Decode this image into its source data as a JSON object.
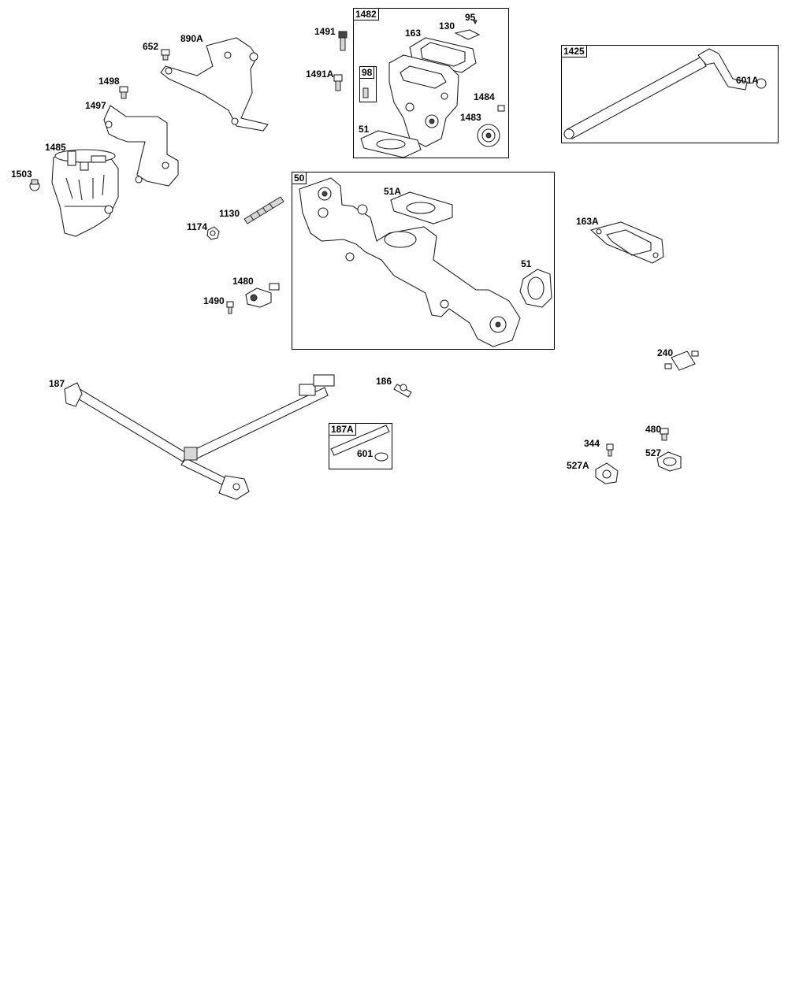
{
  "parts": [
    {
      "id": "p890A",
      "label": "890A",
      "part": "bracket"
    },
    {
      "id": "p652",
      "label": "652",
      "part": "bolt"
    },
    {
      "id": "p1498",
      "label": "1498",
      "part": "bolt"
    },
    {
      "id": "p1497",
      "label": "1497",
      "part": "bracket"
    },
    {
      "id": "p1485",
      "label": "1485",
      "part": "fuel-pump"
    },
    {
      "id": "p1503",
      "label": "1503",
      "part": "bolt"
    },
    {
      "id": "p1491",
      "label": "1491",
      "part": "bolt"
    },
    {
      "id": "p1491A",
      "label": "1491A",
      "part": "bolt"
    },
    {
      "id": "p1130",
      "label": "1130",
      "part": "stud"
    },
    {
      "id": "p1174",
      "label": "1174",
      "part": "nut"
    },
    {
      "id": "p1480",
      "label": "1480",
      "part": "fitting"
    },
    {
      "id": "p1490",
      "label": "1490",
      "part": "bolt"
    },
    {
      "id": "p187",
      "label": "187",
      "part": "fuel-line"
    },
    {
      "id": "p186",
      "label": "186",
      "part": "connector"
    },
    {
      "id": "p163A",
      "label": "163A",
      "part": "gasket"
    },
    {
      "id": "p240",
      "label": "240",
      "part": "fuel-filter"
    },
    {
      "id": "p480",
      "label": "480",
      "part": "bolt"
    },
    {
      "id": "p344",
      "label": "344",
      "part": "screw"
    },
    {
      "id": "p527",
      "label": "527",
      "part": "clip"
    },
    {
      "id": "p527A",
      "label": "527A",
      "part": "clamp"
    }
  ],
  "groups": [
    {
      "id": "g1482",
      "tag": "1482",
      "items": [
        {
          "label": "95"
        },
        {
          "label": "130"
        },
        {
          "label": "163"
        },
        {
          "label": "1484"
        },
        {
          "label": "1483"
        },
        {
          "label": "51"
        }
      ],
      "subgroup": {
        "tag": "98"
      }
    },
    {
      "id": "g1425",
      "tag": "1425",
      "items": [
        {
          "label": "601A"
        }
      ]
    },
    {
      "id": "g50",
      "tag": "50",
      "items": [
        {
          "label": "51A"
        },
        {
          "label": "51"
        }
      ]
    },
    {
      "id": "g187A",
      "tag": "187A",
      "items": [
        {
          "label": "601"
        }
      ]
    }
  ]
}
